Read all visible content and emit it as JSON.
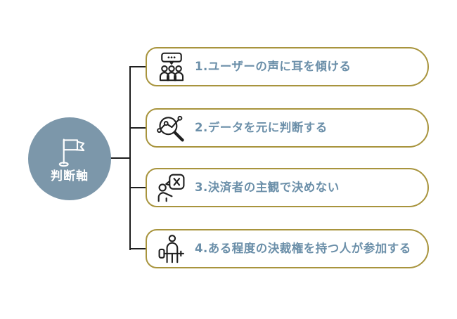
{
  "colors": {
    "background": "#ffffff",
    "accent_gold": "#a8943d",
    "node_blue": "#7c97aa",
    "item_text": "#6b8fa9",
    "connector": "#1e1e1e",
    "icon": "#1f1f1f",
    "node_text": "#ffffff"
  },
  "root_node": {
    "label": "判断軸",
    "icon": "flag-icon"
  },
  "items": [
    {
      "label": "1.ユーザーの声に耳を傾ける",
      "icon": "audience-speech-icon"
    },
    {
      "label": "2.データを元に判断する",
      "icon": "data-magnifier-icon"
    },
    {
      "label": "3.決済者の主観で決めない",
      "icon": "person-x-bubble-icon"
    },
    {
      "label": "4.ある程度の決裁権を持つ人が参加する",
      "icon": "person-gavel-icon"
    }
  ]
}
